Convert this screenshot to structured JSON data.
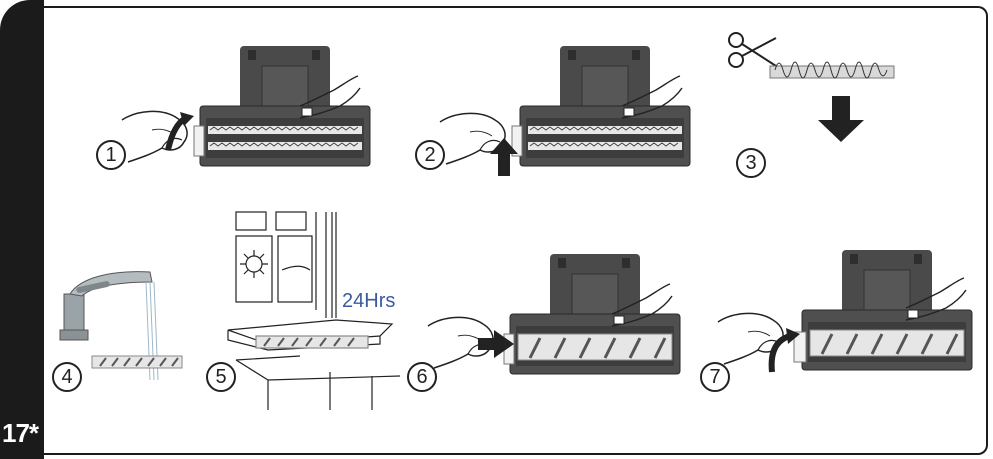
{
  "page_number": "17*",
  "steps": [
    {
      "number": "1"
    },
    {
      "number": "2"
    },
    {
      "number": "3"
    },
    {
      "number": "4"
    },
    {
      "number": "5"
    },
    {
      "number": "6"
    },
    {
      "number": "7"
    }
  ],
  "drying_time_label": "24Hrs",
  "icons": [
    "vacuum-head-icon",
    "hand-icon",
    "scissors-icon",
    "down-arrow-icon",
    "faucet-icon",
    "window-icon",
    "sun-icon",
    "brush-roll-icon",
    "push-arrow-icon",
    "rotate-arrow-icon"
  ],
  "colors": {
    "tab": "#1b1b1b",
    "body": "#4a4a4a",
    "label": "#3c5aa0"
  }
}
